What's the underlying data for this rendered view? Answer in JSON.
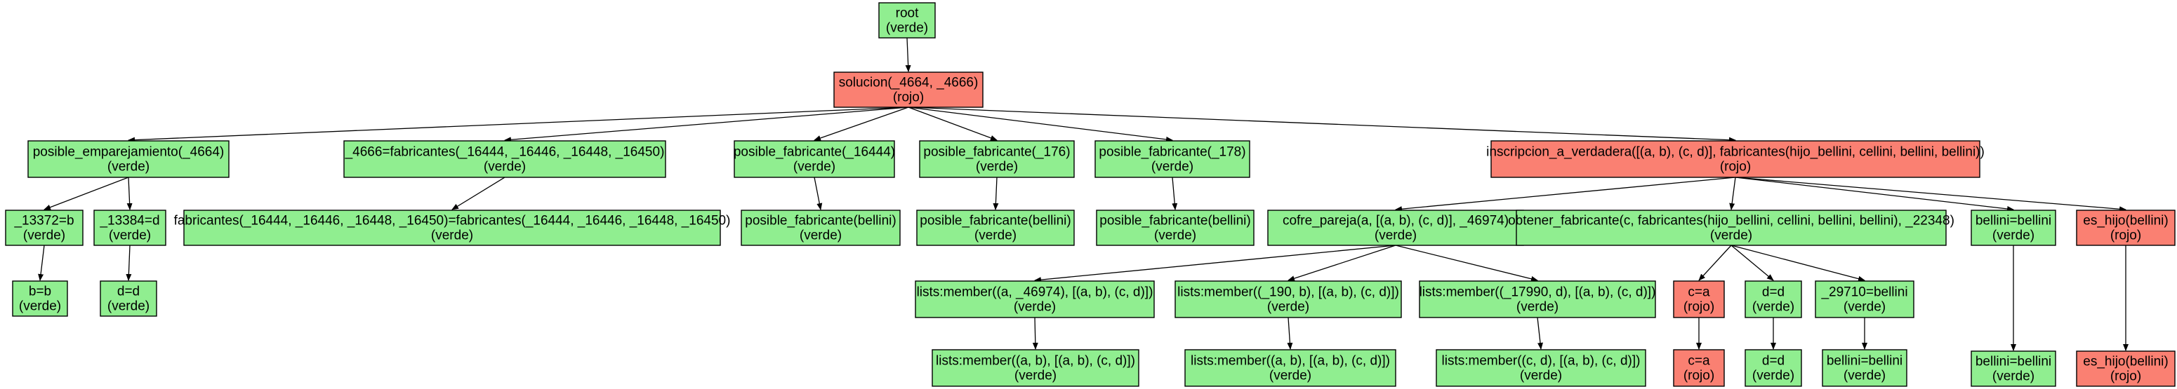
{
  "colors": {
    "verde": "#90ee90",
    "rojo": "#fa8072",
    "edge": "#000000",
    "border": "#000000"
  },
  "nodes": [
    {
      "id": "root",
      "lines": [
        "root",
        "(verde)"
      ],
      "status": "verde"
    },
    {
      "id": "solucion",
      "lines": [
        "solucion(_4664, _4666)",
        "(rojo)"
      ],
      "status": "rojo"
    },
    {
      "id": "posible-emparejamiento",
      "lines": [
        "posible_emparejamiento(_4664)",
        "(verde)"
      ],
      "status": "verde"
    },
    {
      "id": "eq-fabricantes",
      "lines": [
        "_4666=fabricantes(_16444, _16446, _16448, _16450)",
        "(verde)"
      ],
      "status": "verde"
    },
    {
      "id": "posible-fabricante-16444",
      "lines": [
        "posible_fabricante(_16444)",
        "(verde)"
      ],
      "status": "verde"
    },
    {
      "id": "posible-fabricante-176",
      "lines": [
        "posible_fabricante(_176)",
        "(verde)"
      ],
      "status": "verde"
    },
    {
      "id": "posible-fabricante-178",
      "lines": [
        "posible_fabricante(_178)",
        "(verde)"
      ],
      "status": "verde"
    },
    {
      "id": "inscripcion",
      "lines": [
        "inscripcion_a_verdadera([(a, b), (c, d)], fabricantes(hijo_bellini, cellini, bellini, bellini))",
        "(rojo)"
      ],
      "status": "rojo"
    },
    {
      "id": "eq-13372",
      "lines": [
        "_13372=b",
        "(verde)"
      ],
      "status": "verde"
    },
    {
      "id": "eq-13384",
      "lines": [
        "_13384=d",
        "(verde)"
      ],
      "status": "verde"
    },
    {
      "id": "fabricantes-unify",
      "lines": [
        "fabricantes(_16444, _16446, _16448, _16450)=fabricantes(_16444, _16446, _16448, _16450)",
        "(verde)"
      ],
      "status": "verde"
    },
    {
      "id": "pf-bellini-1",
      "lines": [
        "posible_fabricante(bellini)",
        "(verde)"
      ],
      "status": "verde"
    },
    {
      "id": "pf-bellini-2",
      "lines": [
        "posible_fabricante(bellini)",
        "(verde)"
      ],
      "status": "verde"
    },
    {
      "id": "pf-bellini-3",
      "lines": [
        "posible_fabricante(bellini)",
        "(verde)"
      ],
      "status": "verde"
    },
    {
      "id": "cofre-pareja",
      "lines": [
        "cofre_pareja(a, [(a, b), (c, d)], _46974)",
        "(verde)"
      ],
      "status": "verde"
    },
    {
      "id": "obtener-fabricante",
      "lines": [
        "obtener_fabricante(c, fabricantes(hijo_bellini, cellini, bellini, bellini), _22348)",
        "(verde)"
      ],
      "status": "verde"
    },
    {
      "id": "bellini-eq-1",
      "lines": [
        "bellini=bellini",
        "(verde)"
      ],
      "status": "verde"
    },
    {
      "id": "es-hijo-1",
      "lines": [
        "es_hijo(bellini)",
        "(rojo)"
      ],
      "status": "rojo"
    },
    {
      "id": "b-eq-b",
      "lines": [
        "b=b",
        "(verde)"
      ],
      "status": "verde"
    },
    {
      "id": "d-eq-d-1",
      "lines": [
        "d=d",
        "(verde)"
      ],
      "status": "verde"
    },
    {
      "id": "member-a-46974",
      "lines": [
        "lists:member((a, _46974), [(a, b), (c, d)])",
        "(verde)"
      ],
      "status": "verde"
    },
    {
      "id": "member-190-b",
      "lines": [
        "lists:member((_190, b), [(a, b), (c, d)])",
        "(verde)"
      ],
      "status": "verde"
    },
    {
      "id": "member-17990-d",
      "lines": [
        "lists:member((_17990, d), [(a, b), (c, d)])",
        "(verde)"
      ],
      "status": "verde"
    },
    {
      "id": "c-eq-a-1",
      "lines": [
        "c=a",
        "(rojo)"
      ],
      "status": "rojo"
    },
    {
      "id": "d-eq-d-2",
      "lines": [
        "d=d",
        "(verde)"
      ],
      "status": "verde"
    },
    {
      "id": "eq-29710",
      "lines": [
        "_29710=bellini",
        "(verde)"
      ],
      "status": "verde"
    },
    {
      "id": "bellini-eq-2",
      "lines": [
        "bellini=bellini",
        "(verde)"
      ],
      "status": "verde"
    },
    {
      "id": "es-hijo-2",
      "lines": [
        "es_hijo(bellini)",
        "(rojo)"
      ],
      "status": "rojo"
    },
    {
      "id": "member-a-b",
      "lines": [
        "lists:member((a, b), [(a, b), (c, d)])",
        "(verde)"
      ],
      "status": "verde"
    },
    {
      "id": "member-a-b-2",
      "lines": [
        "lists:member((a, b), [(a, b), (c, d)])",
        "(verde)"
      ],
      "status": "verde"
    },
    {
      "id": "member-c-d",
      "lines": [
        "lists:member((c, d), [(a, b), (c, d)])",
        "(verde)"
      ],
      "status": "verde"
    },
    {
      "id": "c-eq-a-2",
      "lines": [
        "c=a",
        "(rojo)"
      ],
      "status": "rojo"
    },
    {
      "id": "d-eq-d-3",
      "lines": [
        "d=d",
        "(verde)"
      ],
      "status": "verde"
    },
    {
      "id": "bellini-eq-3",
      "lines": [
        "bellini=bellini",
        "(verde)"
      ],
      "status": "verde"
    }
  ],
  "edges": [
    [
      "root",
      "solucion"
    ],
    [
      "solucion",
      "posible-emparejamiento"
    ],
    [
      "solucion",
      "eq-fabricantes"
    ],
    [
      "solucion",
      "posible-fabricante-16444"
    ],
    [
      "solucion",
      "posible-fabricante-176"
    ],
    [
      "solucion",
      "posible-fabricante-178"
    ],
    [
      "solucion",
      "inscripcion"
    ],
    [
      "posible-emparejamiento",
      "eq-13372"
    ],
    [
      "posible-emparejamiento",
      "eq-13384"
    ],
    [
      "eq-fabricantes",
      "fabricantes-unify"
    ],
    [
      "posible-fabricante-16444",
      "pf-bellini-1"
    ],
    [
      "posible-fabricante-176",
      "pf-bellini-2"
    ],
    [
      "posible-fabricante-178",
      "pf-bellini-3"
    ],
    [
      "inscripcion",
      "cofre-pareja"
    ],
    [
      "inscripcion",
      "obtener-fabricante"
    ],
    [
      "inscripcion",
      "bellini-eq-1"
    ],
    [
      "inscripcion",
      "es-hijo-1"
    ],
    [
      "eq-13372",
      "b-eq-b"
    ],
    [
      "eq-13384",
      "d-eq-d-1"
    ],
    [
      "cofre-pareja",
      "member-a-46974"
    ],
    [
      "cofre-pareja",
      "member-190-b"
    ],
    [
      "cofre-pareja",
      "member-17990-d"
    ],
    [
      "obtener-fabricante",
      "c-eq-a-1"
    ],
    [
      "obtener-fabricante",
      "d-eq-d-2"
    ],
    [
      "obtener-fabricante",
      "eq-29710"
    ],
    [
      "bellini-eq-1",
      "bellini-eq-2"
    ],
    [
      "es-hijo-1",
      "es-hijo-2"
    ],
    [
      "member-a-46974",
      "member-a-b"
    ],
    [
      "member-190-b",
      "member-a-b-2"
    ],
    [
      "member-17990-d",
      "member-c-d"
    ],
    [
      "c-eq-a-1",
      "c-eq-a-2"
    ],
    [
      "d-eq-d-2",
      "d-eq-d-3"
    ],
    [
      "eq-29710",
      "bellini-eq-3"
    ]
  ]
}
